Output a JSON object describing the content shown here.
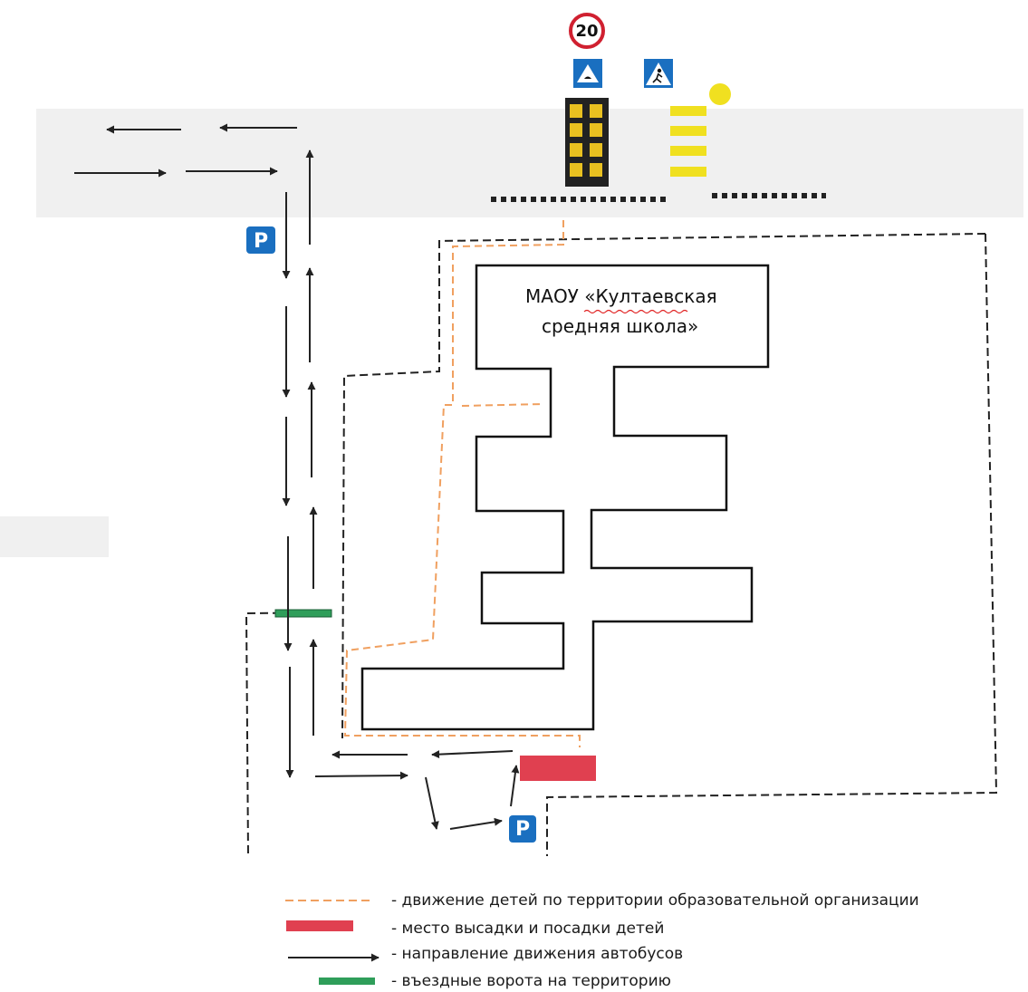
{
  "school": {
    "line1": "МАОУ «Култаевская",
    "line2": "средняя школа»"
  },
  "signs": {
    "speed_limit": "20",
    "parking": "P"
  },
  "legend": [
    {
      "key": "children",
      "text": "- движение детей по территории образовательной организации"
    },
    {
      "key": "dropoff",
      "text": "- место высадки и посадки детей"
    },
    {
      "key": "buses",
      "text": "- направление движения автобусов"
    },
    {
      "key": "gate",
      "text": "- въездные ворота на территорию"
    }
  ],
  "colors": {
    "children_path": "#f0a060",
    "dropoff_zone": "#e04050",
    "bus_arrow": "#222222",
    "gate": "#2f9e5a",
    "parking_sign": "#1a6fc0",
    "traffic_light": "#e8c020",
    "crosswalk": "#f0e020",
    "territory_border": "#222222"
  }
}
